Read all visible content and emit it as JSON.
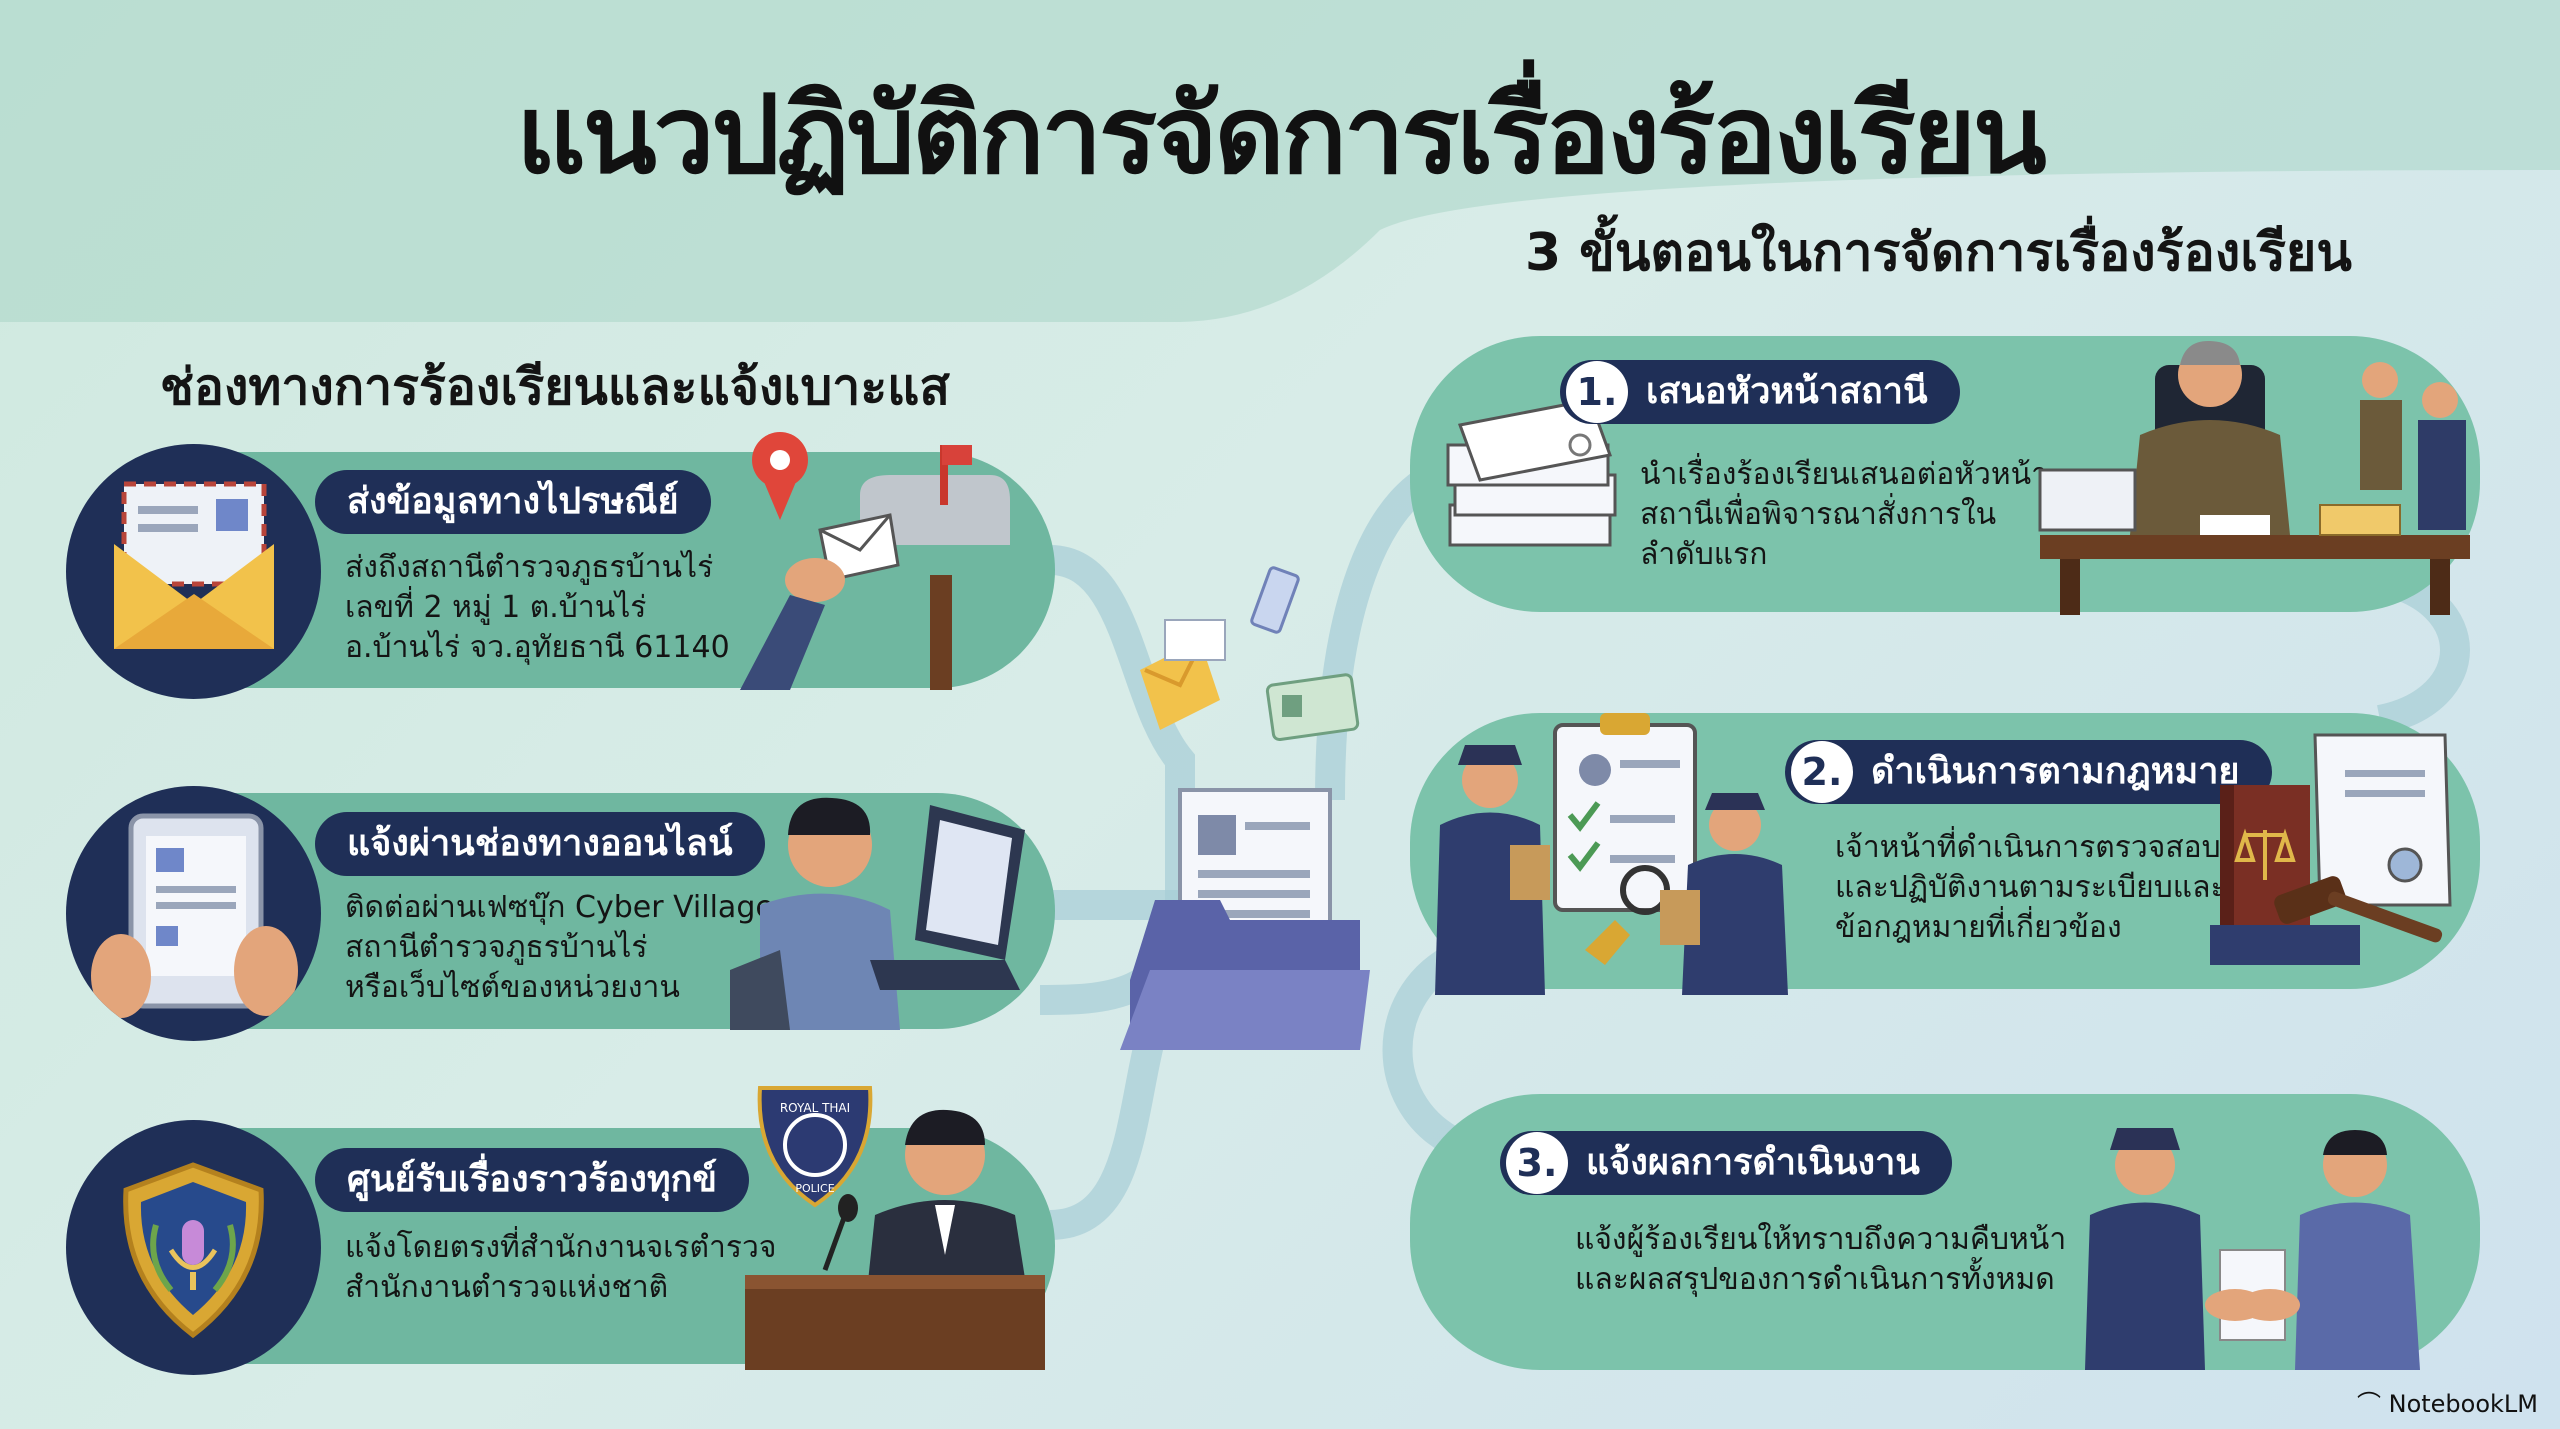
{
  "title": "แนวปฏิบัติการจัดการเรื่องร้องเรียน",
  "left_section": {
    "heading": "ช่องทางการร้องเรียนและแจ้งเบาะแส",
    "channels": [
      {
        "label": "ส่งข้อมูลทางไปรษณีย์",
        "lines": [
          "ส่งถึงสถานีตำรวจภูธรบ้านไร่",
          "เลขที่ 2 หมู่ 1 ต.บ้านไร่",
          "อ.บ้านไร่ จว.อุทัยธานี 61140"
        ],
        "icon": "envelope-icon"
      },
      {
        "label": "แจ้งผ่านช่องทางออนไลน์",
        "lines": [
          "ติดต่อผ่านเฟซบุ๊ก Cyber Village",
          "สถานีตำรวจภูธรบ้านไร่",
          "หรือเว็บไซต์ของหน่วยงาน"
        ],
        "icon": "tablet-icon"
      },
      {
        "label": "ศูนย์รับเรื่องราวร้องทุกข์",
        "lines": [
          "แจ้งโดยตรงที่สำนักงานจเรตำรวจ",
          "สำนักงานตำรวจแห่งชาติ"
        ],
        "icon": "police-badge-icon"
      }
    ]
  },
  "right_section": {
    "heading": "3 ขั้นตอนในการจัดการเรื่องร้องเรียน",
    "steps": [
      {
        "number": "1.",
        "label": "เสนอหัวหน้าสถานี",
        "lines": [
          "นำเรื่องร้องเรียนเสนอต่อหัวหน้า",
          "สถานีเพื่อพิจารณาสั่งการใน",
          "ลำดับแรก"
        ]
      },
      {
        "number": "2.",
        "label": "ดำเนินการตามกฎหมาย",
        "lines": [
          "เจ้าหน้าที่ดำเนินการตรวจสอบ",
          "และปฏิบัติงานตามระเบียบและ",
          "ข้อกฎหมายที่เกี่ยวข้อง"
        ]
      },
      {
        "number": "3.",
        "label": "แจ้งผลการดำเนินงาน",
        "lines": [
          "แจ้งผู้ร้องเรียนให้ทราบถึงความคืบหน้า",
          "และผลสรุปของการดำเนินการทั้งหมด"
        ]
      }
    ]
  },
  "badge_text": {
    "royal_thai": "ROYAL THAI",
    "police": "POLICE"
  },
  "branding": "NotebookLM",
  "colors": {
    "navy": "#1f2f57",
    "teal_pill": "#6fb7a0",
    "background": "#d3eae3"
  }
}
